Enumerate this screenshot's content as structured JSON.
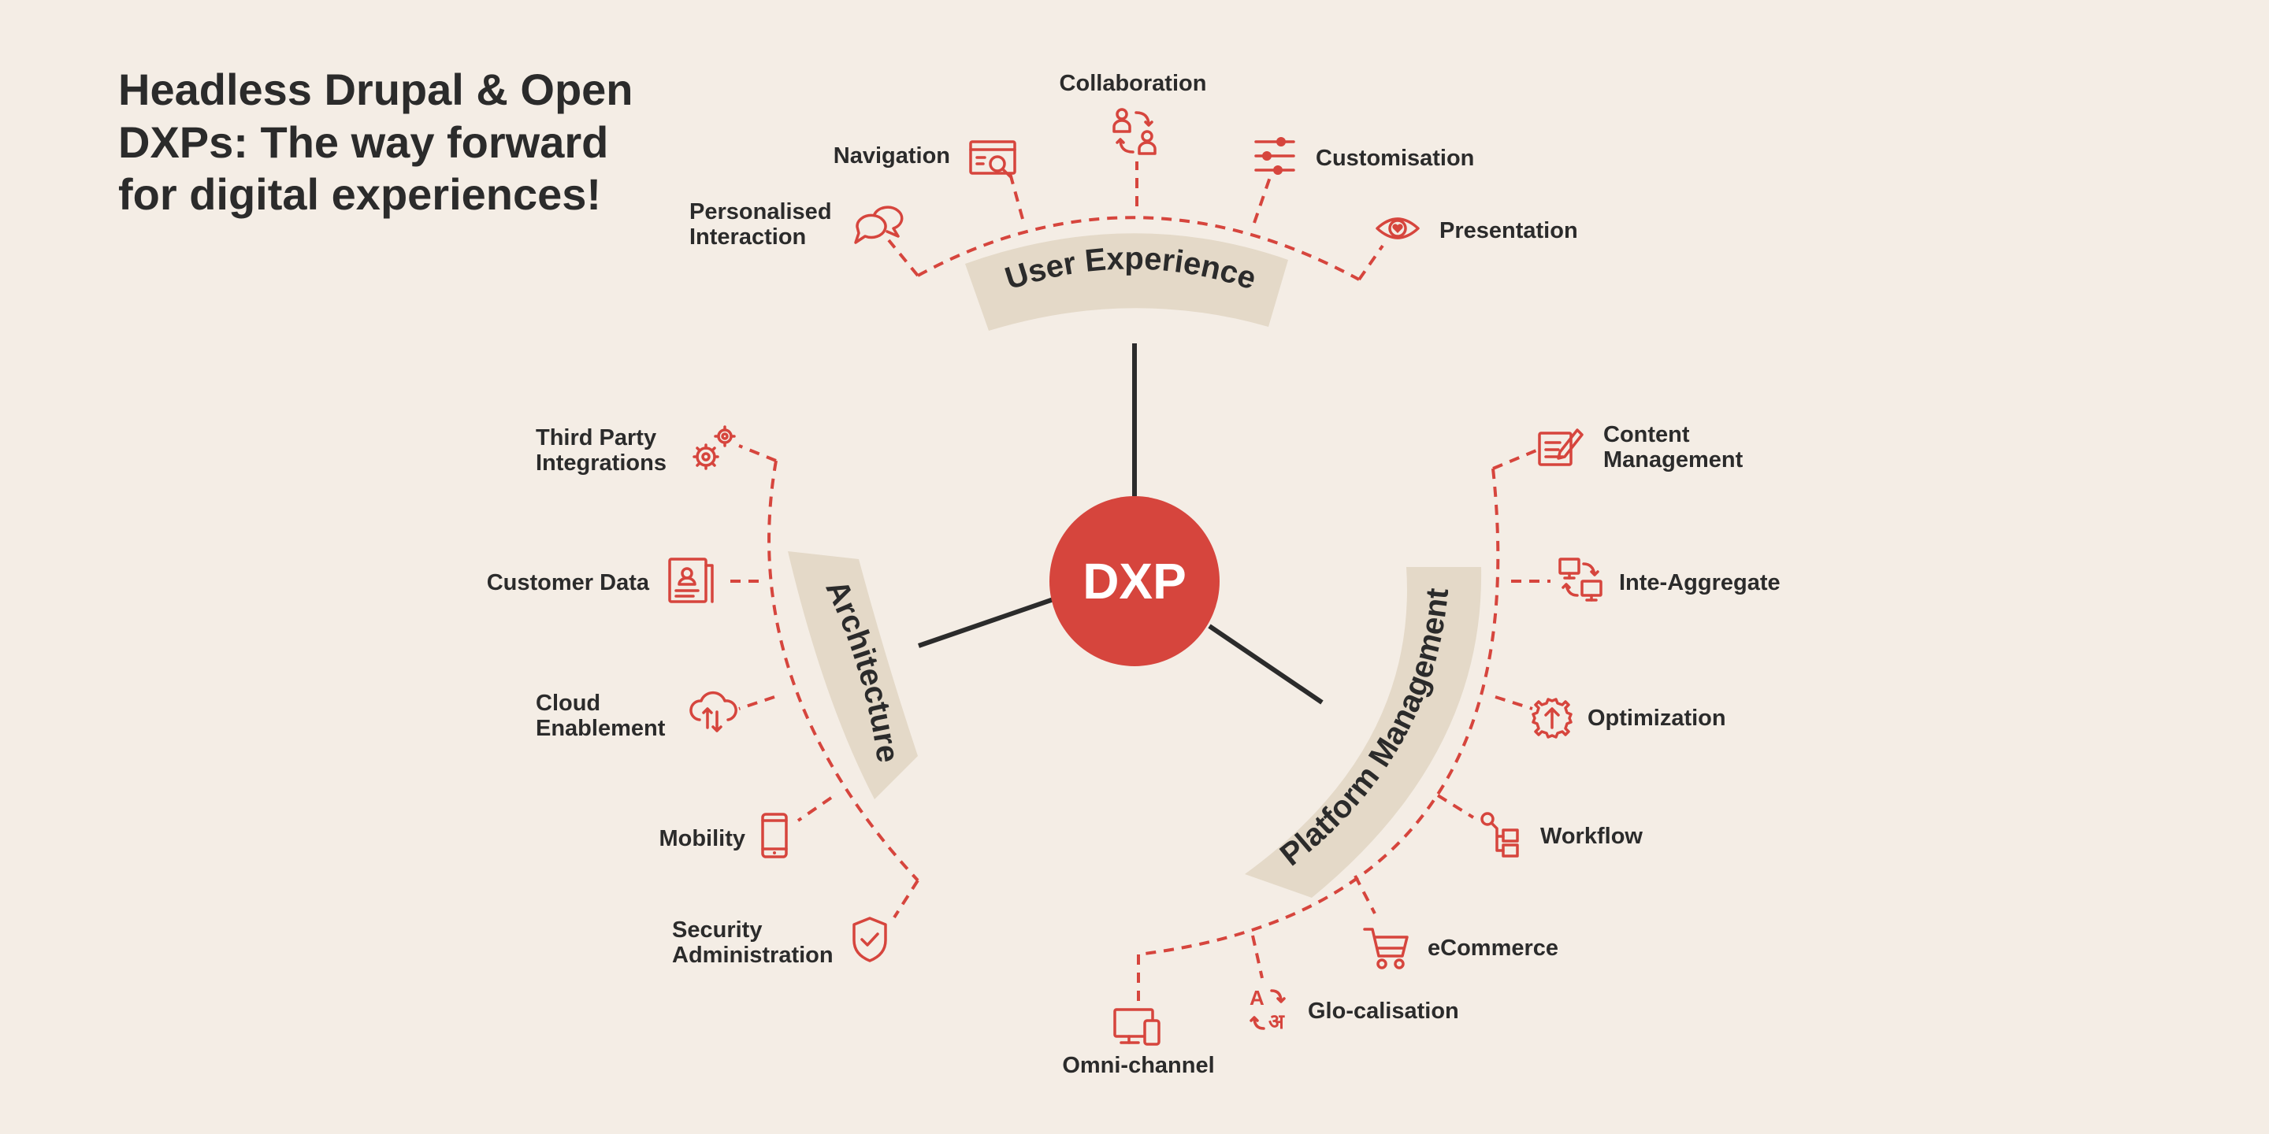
{
  "title": {
    "line1": "Headless Drupal & Open",
    "line2": "DXPs: The way forward",
    "line3": "for digital experiences!"
  },
  "center": {
    "label": "DXP",
    "color": "#d6453d"
  },
  "accent_color": "#d6453d",
  "groups": {
    "user_experience": {
      "label": "User Experience",
      "items": {
        "personalised_interaction": {
          "line1": "Personalised",
          "line2": "Interaction",
          "icon": "chat-bubbles-icon"
        },
        "navigation": {
          "label": "Navigation",
          "icon": "browser-search-icon"
        },
        "collaboration": {
          "label": "Collaboration",
          "icon": "users-exchange-icon"
        },
        "customisation": {
          "label": "Customisation",
          "icon": "sliders-icon"
        },
        "presentation": {
          "label": "Presentation",
          "icon": "eye-heart-icon"
        }
      }
    },
    "architecture": {
      "label": "Architecture",
      "items": {
        "third_party": {
          "line1": "Third Party",
          "line2": "Integrations",
          "icon": "gears-icon"
        },
        "customer_data": {
          "label": "Customer Data",
          "icon": "id-document-icon"
        },
        "cloud": {
          "line1": "Cloud",
          "line2": "Enablement",
          "icon": "cloud-sync-icon"
        },
        "mobility": {
          "label": "Mobility",
          "icon": "smartphone-icon"
        },
        "security": {
          "line1": "Security",
          "line2": "Administration",
          "icon": "shield-check-icon"
        }
      }
    },
    "platform_management": {
      "label": "Platform Management",
      "items": {
        "content": {
          "line1": "Content",
          "line2": "Management",
          "icon": "document-pen-icon"
        },
        "inte_aggregate": {
          "label": "Inte-Aggregate",
          "icon": "monitors-sync-icon"
        },
        "optimization": {
          "label": "Optimization",
          "icon": "gear-arrow-icon"
        },
        "workflow": {
          "label": "Workflow",
          "icon": "flow-tree-icon"
        },
        "ecommerce": {
          "label": "eCommerce",
          "icon": "cart-icon"
        },
        "glocalisation": {
          "label": "Glo-calisation",
          "icon": "translate-icon"
        },
        "omnichannel": {
          "label": "Omni-channel",
          "icon": "devices-icon"
        }
      }
    }
  }
}
